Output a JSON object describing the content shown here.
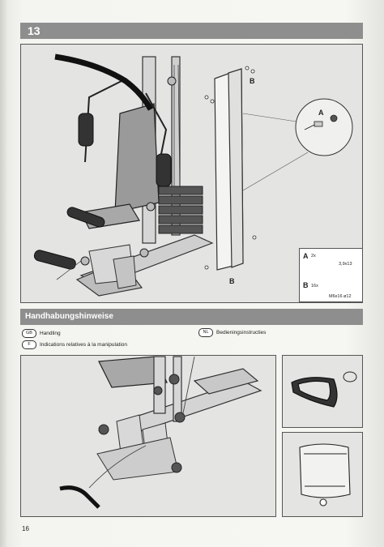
{
  "step": {
    "number": "13"
  },
  "assembly": {
    "callout_b_top": "B",
    "callout_b_bottom": "B",
    "callout_a": "A"
  },
  "legend": {
    "row_a": {
      "letter": "A",
      "qty": "2x",
      "size": "3,9x13"
    },
    "row_b": {
      "letter": "B",
      "qty": "16x",
      "size": "M6x16 ø12"
    }
  },
  "handling": {
    "title": "Handhabungshinweise",
    "languages": [
      {
        "code": "GB",
        "text": "Handling"
      },
      {
        "code": "F",
        "text": "Indications relatives à la manipulation"
      },
      {
        "code": "NL",
        "text": "Bedieningsinstructies"
      }
    ]
  },
  "footer": {
    "page_number": "16"
  },
  "colors": {
    "bar": "#8e8e8e",
    "frame": "#e4e4e2"
  }
}
